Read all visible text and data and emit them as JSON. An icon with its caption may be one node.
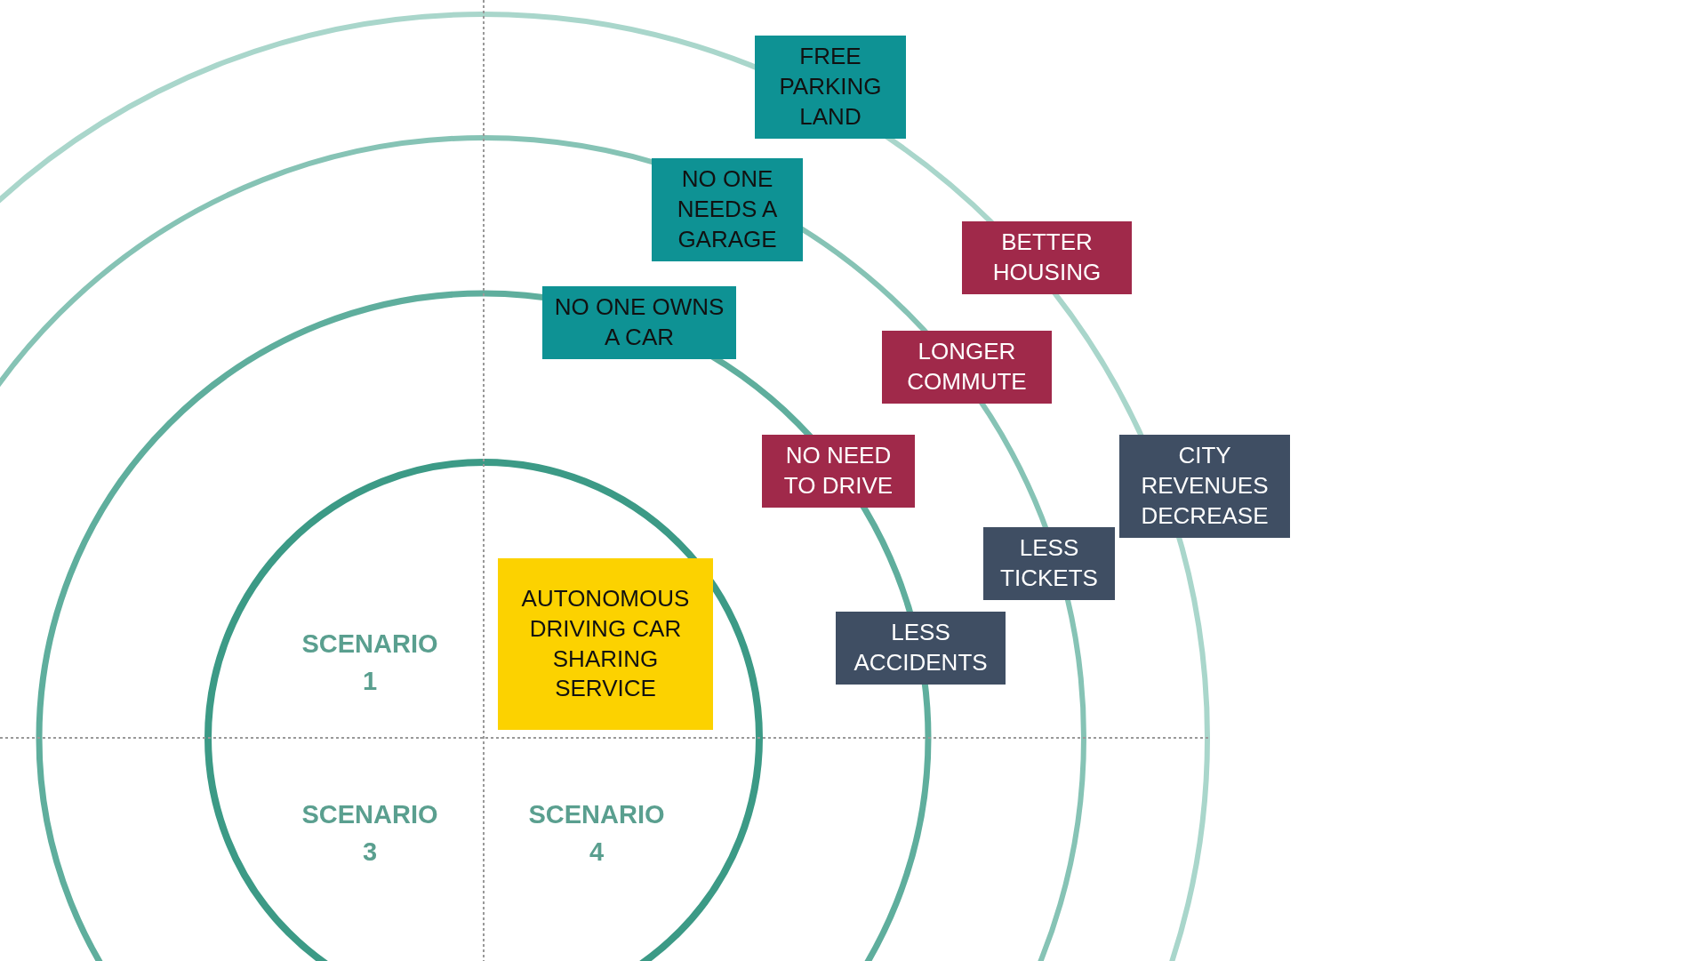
{
  "diagram": {
    "nodes": [
      {
        "text": [
          "AUTONOMOUS DRIVING CAR SHARING SERVICE"
        ]
      },
      {
        "text": [
          "NO ONE OWNS A CAR"
        ]
      },
      {
        "text": [
          "NO ONE NEEDS A GARAGE"
        ]
      },
      {
        "text": [
          "FREE PARKING LAND"
        ]
      },
      {
        "text": [
          "NO NEED TO DRIVE"
        ]
      },
      {
        "text": [
          "LONGER COMMUTE"
        ]
      },
      {
        "text": [
          "BETTER HOUSING"
        ]
      },
      {
        "text": [
          "LESS ACCIDENTS"
        ]
      },
      {
        "text": [
          "LESS TICKETS"
        ]
      },
      {
        "text": [
          "CITY REVENUES DECREASE"
        ]
      }
    ],
    "edges": [],
    "labels": [
      "SCENARIO 1",
      "SCENARIO 3",
      "SCENARIO 4"
    ]
  }
}
